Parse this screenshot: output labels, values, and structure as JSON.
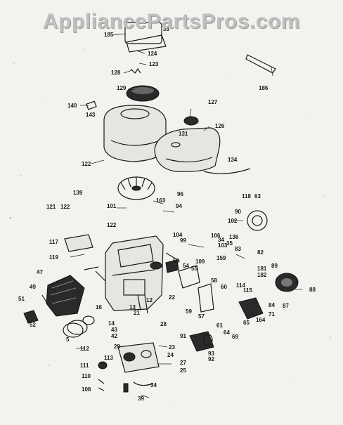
{
  "watermark": {
    "text": "AppliancePartsPros.com"
  },
  "callouts": [
    {
      "id": "c185",
      "label": "185"
    },
    {
      "id": "c33",
      "label": "33"
    },
    {
      "id": "c124",
      "label": "124"
    },
    {
      "id": "c123",
      "label": "123"
    },
    {
      "id": "c128",
      "label": "128"
    },
    {
      "id": "c129",
      "label": "129"
    },
    {
      "id": "c186",
      "label": "186"
    },
    {
      "id": "c140",
      "label": "140"
    },
    {
      "id": "c143",
      "label": "143"
    },
    {
      "id": "c127",
      "label": "127"
    },
    {
      "id": "c131",
      "label": "131"
    },
    {
      "id": "c126",
      "label": "126"
    },
    {
      "id": "c122a",
      "label": "122"
    },
    {
      "id": "c134",
      "label": "134"
    },
    {
      "id": "c139",
      "label": "139"
    },
    {
      "id": "c96",
      "label": "96"
    },
    {
      "id": "c118",
      "label": "118"
    },
    {
      "id": "c63",
      "label": "63"
    },
    {
      "id": "c121",
      "label": "121"
    },
    {
      "id": "c122b",
      "label": "122"
    },
    {
      "id": "c101",
      "label": "101"
    },
    {
      "id": "c163",
      "label": "163"
    },
    {
      "id": "c94",
      "label": "94"
    },
    {
      "id": "c90",
      "label": "90"
    },
    {
      "id": "c102",
      "label": "102"
    },
    {
      "id": "c122c",
      "label": "122"
    },
    {
      "id": "c104",
      "label": "104"
    },
    {
      "id": "c99",
      "label": "99"
    },
    {
      "id": "c106",
      "label": "106"
    },
    {
      "id": "c136",
      "label": "136"
    },
    {
      "id": "c117",
      "label": "117"
    },
    {
      "id": "c103",
      "label": "103"
    },
    {
      "id": "c35",
      "label": "35"
    },
    {
      "id": "c34",
      "label": "34"
    },
    {
      "id": "c83",
      "label": "83"
    },
    {
      "id": "c82",
      "label": "82"
    },
    {
      "id": "c119",
      "label": "119"
    },
    {
      "id": "c53",
      "label": "53"
    },
    {
      "id": "c54",
      "label": "54"
    },
    {
      "id": "c109",
      "label": "109"
    },
    {
      "id": "c159",
      "label": "159"
    },
    {
      "id": "c55",
      "label": "55"
    },
    {
      "id": "c47",
      "label": "47"
    },
    {
      "id": "c181",
      "label": "181"
    },
    {
      "id": "c182",
      "label": "182"
    },
    {
      "id": "c89",
      "label": "89"
    },
    {
      "id": "c114",
      "label": "114"
    },
    {
      "id": "c115",
      "label": "115"
    },
    {
      "id": "c49",
      "label": "49"
    },
    {
      "id": "c58",
      "label": "58"
    },
    {
      "id": "c60",
      "label": "60"
    },
    {
      "id": "c88",
      "label": "88"
    },
    {
      "id": "c51",
      "label": "51"
    },
    {
      "id": "c13",
      "label": "13"
    },
    {
      "id": "c12",
      "label": "12"
    },
    {
      "id": "c22",
      "label": "22"
    },
    {
      "id": "c59",
      "label": "59"
    },
    {
      "id": "c57",
      "label": "57"
    },
    {
      "id": "c84",
      "label": "84"
    },
    {
      "id": "c87",
      "label": "87"
    },
    {
      "id": "c71",
      "label": "71"
    },
    {
      "id": "c16",
      "label": "16"
    },
    {
      "id": "c21",
      "label": "21"
    },
    {
      "id": "c65",
      "label": "65"
    },
    {
      "id": "c164",
      "label": "164"
    },
    {
      "id": "c52",
      "label": "52"
    },
    {
      "id": "c14",
      "label": "14"
    },
    {
      "id": "c28",
      "label": "28"
    },
    {
      "id": "c61",
      "label": "61"
    },
    {
      "id": "c64",
      "label": "64"
    },
    {
      "id": "c69",
      "label": "69"
    },
    {
      "id": "c43",
      "label": "43"
    },
    {
      "id": "c91",
      "label": "91"
    },
    {
      "id": "c5",
      "label": "5"
    },
    {
      "id": "c42",
      "label": "42"
    },
    {
      "id": "c29",
      "label": "29"
    },
    {
      "id": "c23",
      "label": "23"
    },
    {
      "id": "c112",
      "label": "112"
    },
    {
      "id": "c24",
      "label": "24"
    },
    {
      "id": "c93",
      "label": "93"
    },
    {
      "id": "c92",
      "label": "92"
    },
    {
      "id": "c27",
      "label": "27"
    },
    {
      "id": "c111",
      "label": "111"
    },
    {
      "id": "c25",
      "label": "25"
    },
    {
      "id": "c110",
      "label": "110"
    },
    {
      "id": "c113",
      "label": "113"
    },
    {
      "id": "c108",
      "label": "108"
    },
    {
      "id": "c34b",
      "label": "34"
    },
    {
      "id": "c39",
      "label": "39"
    }
  ]
}
